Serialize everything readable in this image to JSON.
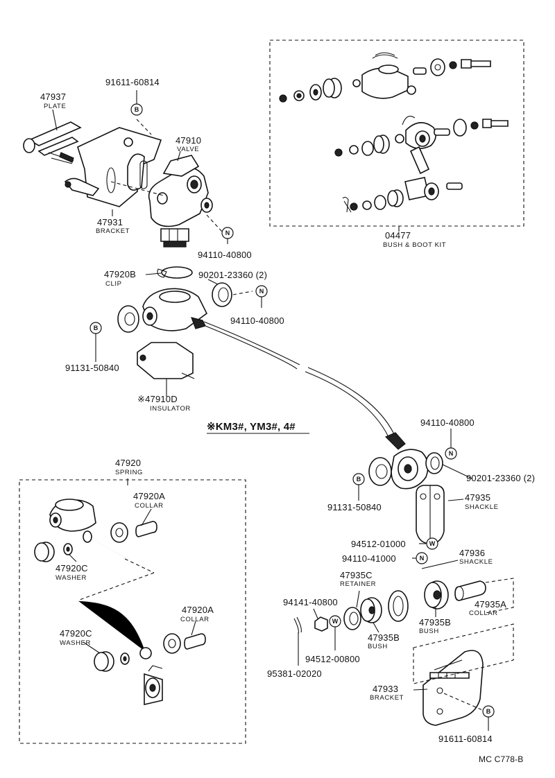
{
  "labels": {
    "p47937": {
      "num": "47937",
      "name": "PLATE"
    },
    "p91611_top": {
      "num": "91611-60814"
    },
    "p47910": {
      "num": "47910",
      "name": "VALVE"
    },
    "p47931": {
      "num": "47931",
      "name": "BRACKET"
    },
    "p94110_a": {
      "num": "94110-40800"
    },
    "p47920B": {
      "num": "47920B",
      "name": "CLIP"
    },
    "p90201_a": {
      "num": "90201-23360 (2)"
    },
    "p94110_b": {
      "num": "94110-40800"
    },
    "p91131_a": {
      "num": "91131-50840"
    },
    "p47910D": {
      "num": "※47910D",
      "name": "INSULATOR"
    },
    "note": {
      "text": "※KM3#, YM3#, 4#"
    },
    "p04477": {
      "num": "04477",
      "name": "BUSH & BOOT KIT"
    },
    "p94110_c": {
      "num": "94110-40800"
    },
    "p90201_b": {
      "num": "90201-23360 (2)"
    },
    "p91131_b": {
      "num": "91131-50840"
    },
    "p47935A_top": {
      "num": "47935",
      "name": "SHACKLE"
    },
    "p94512_a": {
      "num": "94512-01000"
    },
    "p94110_d": {
      "num": "94110-41000"
    },
    "p47936": {
      "num": "47936",
      "name": "SHACKLE"
    },
    "p47935C": {
      "num": "47935C",
      "name": "RETAINER"
    },
    "p94141": {
      "num": "94141-40800"
    },
    "p94512_b": {
      "num": "94512-00800"
    },
    "p95381": {
      "num": "95381-02020"
    },
    "p47935B_a": {
      "num": "47935B",
      "name": "BUSH"
    },
    "p47935B_b": {
      "num": "47935B",
      "name": "BUSH"
    },
    "p47935A": {
      "num": "47935A",
      "name": "COLLAR"
    },
    "p47933": {
      "num": "47933",
      "name": "BRACKET"
    },
    "p91611_bot": {
      "num": "91611-60814"
    },
    "p47920": {
      "num": "47920",
      "name": "SPRING"
    },
    "p47920A_a": {
      "num": "47920A",
      "name": "COLLAR"
    },
    "p47920C_a": {
      "num": "47920C",
      "name": "WASHER"
    },
    "p47920A_b": {
      "num": "47920A",
      "name": "COLLAR"
    },
    "p47920C_b": {
      "num": "47920C",
      "name": "WASHER"
    }
  },
  "callouts": {
    "B": "B",
    "N": "N",
    "W": "W"
  },
  "code": "MC  C778-B"
}
